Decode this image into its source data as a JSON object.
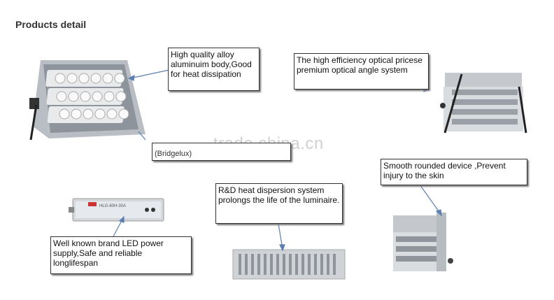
{
  "section_title": "Products detail",
  "watermark": "trade.china.cn",
  "callouts": {
    "aluminum": "High quality alloy aluminuim body,Good for heat dissipation",
    "aluminum_extra": "(Bridgelux)",
    "optical": "The high efficiency optical pricese premium optical angle system",
    "rounded": "Smooth rounded device ,Prevent injury to the skin",
    "heat": "R&D heat dispersion system prolongs the life of the luminaire.",
    "power": "Well known brand LED power supply,Safe and reliable longlifespan"
  },
  "power_label": "HLG-60H-30A",
  "colors": {
    "arrow": "#5b7fb0",
    "metal": "#c8ccd0",
    "dark": "#3a3a3a"
  }
}
